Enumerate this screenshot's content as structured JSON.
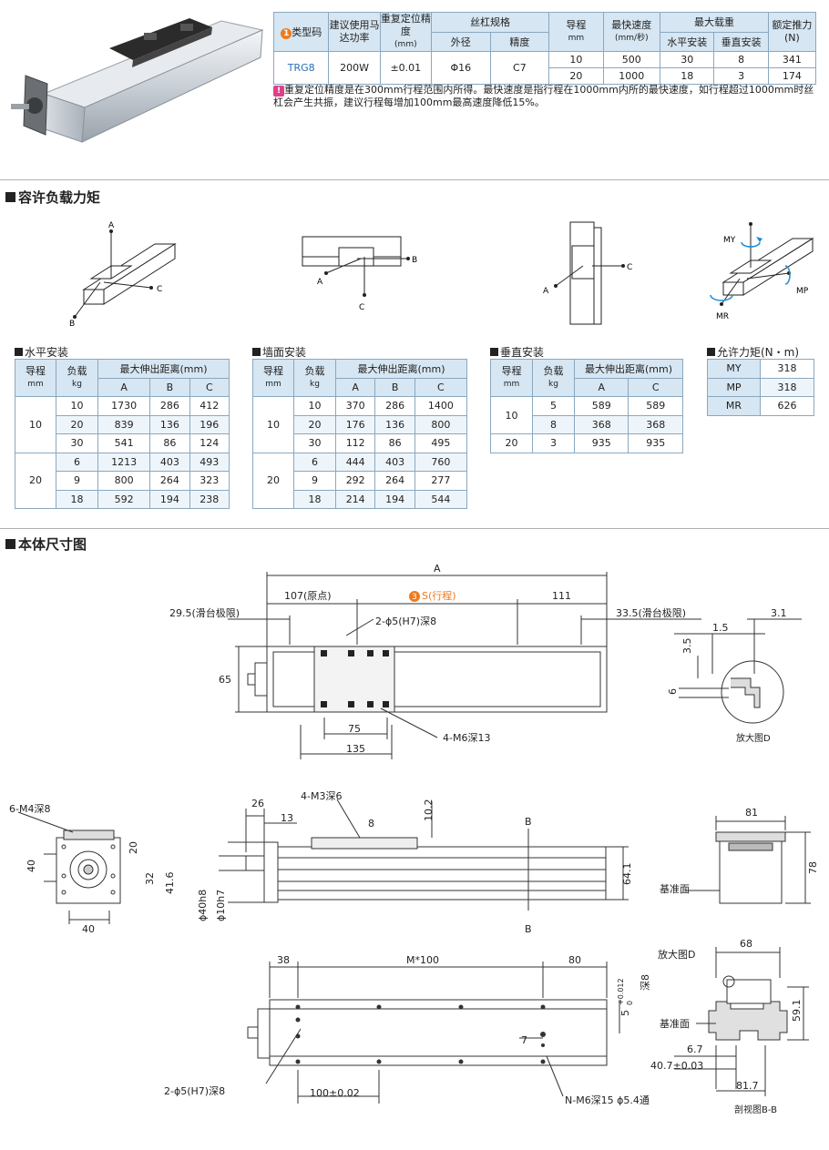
{
  "specs": {
    "headers": {
      "type_code": "类型码",
      "type_badge": "1",
      "motor_power": "建议使用马达功率",
      "repeat_accuracy": "重复定位精度",
      "repeat_unit": "(mm)",
      "screw_spec": "丝杠规格",
      "outer_dia": "外径",
      "precision": "精度",
      "lead": "导程",
      "lead_unit": "mm",
      "max_speed": "最快速度",
      "speed_unit": "(mm/秒)",
      "max_load": "最大载重",
      "horizontal": "水平安装",
      "vertical": "垂直安装",
      "rated_thrust": "额定推力(N)"
    },
    "model": "TRG8",
    "power": "200W",
    "accuracy": "±0.01",
    "diameter": "Φ16",
    "grade": "C7",
    "rows": [
      {
        "lead": "10",
        "speed": "500",
        "horiz": "30",
        "vert": "8",
        "thrust": "341"
      },
      {
        "lead": "20",
        "speed": "1000",
        "horiz": "18",
        "vert": "3",
        "thrust": "174"
      }
    ],
    "note_badge": "!",
    "note": "重复定位精度是在300mm行程范围内所得。最快速度是指行程在1000mm内所的最快速度，如行程超过1000mm时丝杠会产生共振，建议行程每增加100mm最高速度降低15%。"
  },
  "moment_section": {
    "title": "容许负载力矩",
    "diagram_labels": {
      "a": "A",
      "b": "B",
      "c": "C",
      "my": "MY",
      "mp": "MP",
      "mr": "MR"
    }
  },
  "horizontal_table": {
    "title": "水平安装",
    "h_lead": "导程",
    "h_lead_unit": "mm",
    "h_load": "负载",
    "h_load_unit": "kg",
    "h_dist": "最大伸出距离(mm)",
    "cols": [
      "A",
      "B",
      "C"
    ],
    "groups": [
      {
        "lead": "10",
        "rows": [
          [
            "10",
            "1730",
            "286",
            "412"
          ],
          [
            "20",
            "839",
            "136",
            "196"
          ],
          [
            "30",
            "541",
            "86",
            "124"
          ]
        ]
      },
      {
        "lead": "20",
        "rows": [
          [
            "6",
            "1213",
            "403",
            "493"
          ],
          [
            "9",
            "800",
            "264",
            "323"
          ],
          [
            "18",
            "592",
            "194",
            "238"
          ]
        ]
      }
    ]
  },
  "wall_table": {
    "title": "墙面安装",
    "h_lead": "导程",
    "h_lead_unit": "mm",
    "h_load": "负载",
    "h_load_unit": "kg",
    "h_dist": "最大伸出距离(mm)",
    "cols": [
      "A",
      "B",
      "C"
    ],
    "groups": [
      {
        "lead": "10",
        "rows": [
          [
            "10",
            "370",
            "286",
            "1400"
          ],
          [
            "20",
            "176",
            "136",
            "800"
          ],
          [
            "30",
            "112",
            "86",
            "495"
          ]
        ]
      },
      {
        "lead": "20",
        "rows": [
          [
            "6",
            "444",
            "403",
            "760"
          ],
          [
            "9",
            "292",
            "264",
            "277"
          ],
          [
            "18",
            "214",
            "194",
            "544"
          ]
        ]
      }
    ]
  },
  "vertical_table": {
    "title": "垂直安装",
    "h_lead": "导程",
    "h_lead_unit": "mm",
    "h_load": "负载",
    "h_load_unit": "kg",
    "h_dist": "最大伸出距离(mm)",
    "cols": [
      "A",
      "C"
    ],
    "groups": [
      {
        "lead": "10",
        "rows": [
          [
            "5",
            "589",
            "589"
          ],
          [
            "8",
            "368",
            "368"
          ]
        ]
      },
      {
        "lead": "20",
        "rows": [
          [
            "3",
            "935",
            "935"
          ]
        ]
      }
    ]
  },
  "moment_table": {
    "title": "允许力矩(N・m)",
    "rows": [
      [
        "MY",
        "318"
      ],
      [
        "MP",
        "318"
      ],
      [
        "MR",
        "626"
      ]
    ]
  },
  "dimension_section": {
    "title": "本体尺寸图",
    "labels": {
      "A": "A",
      "d107": "107(原点)",
      "stroke_badge": "3",
      "stroke": "S(行程)",
      "d111": "111",
      "d29": "29.5(滑台极限)",
      "d33": "33.5(滑台极限)",
      "phi5_top": "2-ϕ5(H7)深8",
      "d65": "65",
      "d75": "75",
      "d135": "135",
      "m6_13": "4-M6深13",
      "d3_1": "3.1",
      "d1_5": "1.5",
      "d3_5": "3.5",
      "d6": "6",
      "enlarged": "放大图D",
      "m4_8": "6-M4深8",
      "d40": "40",
      "d20": "20",
      "d32": "32",
      "d41_6": "41.6",
      "d40b": "40",
      "d26": "26",
      "d13": "13",
      "m3_6": "4-M3深6",
      "d10_2": "10.2",
      "d8": "8",
      "b_label": "B",
      "d64_1": "64.1",
      "phi40": "ϕ40h8",
      "phi10": "ϕ10h7",
      "d81": "81",
      "d78": "78",
      "datum": "基准面",
      "d38": "38",
      "m100": "M*100",
      "d80": "80",
      "d5_tol": "5",
      "tol_up": "+0.012",
      "tol_dn": "0",
      "deep8": "深8",
      "d7": "7",
      "d68": "68",
      "enlarged2": "放大图D",
      "d59_1": "59.1",
      "datum2": "基准面",
      "d6_7": "6.7",
      "d40_7": "40.7±0.03",
      "d81_7": "81.7",
      "phi5_bot": "2-ϕ5(H7)深8",
      "d100": "100±0.02",
      "nm6": "N-M6深15  ϕ5.4通",
      "section": "剖视图B-B"
    }
  },
  "colors": {
    "header_bg": "#d6e6f2",
    "border": "#8aa8c0",
    "badge_orange": "#f07a1a",
    "badge_pink": "#e0408a",
    "model_blue": "#2a6fb5"
  }
}
